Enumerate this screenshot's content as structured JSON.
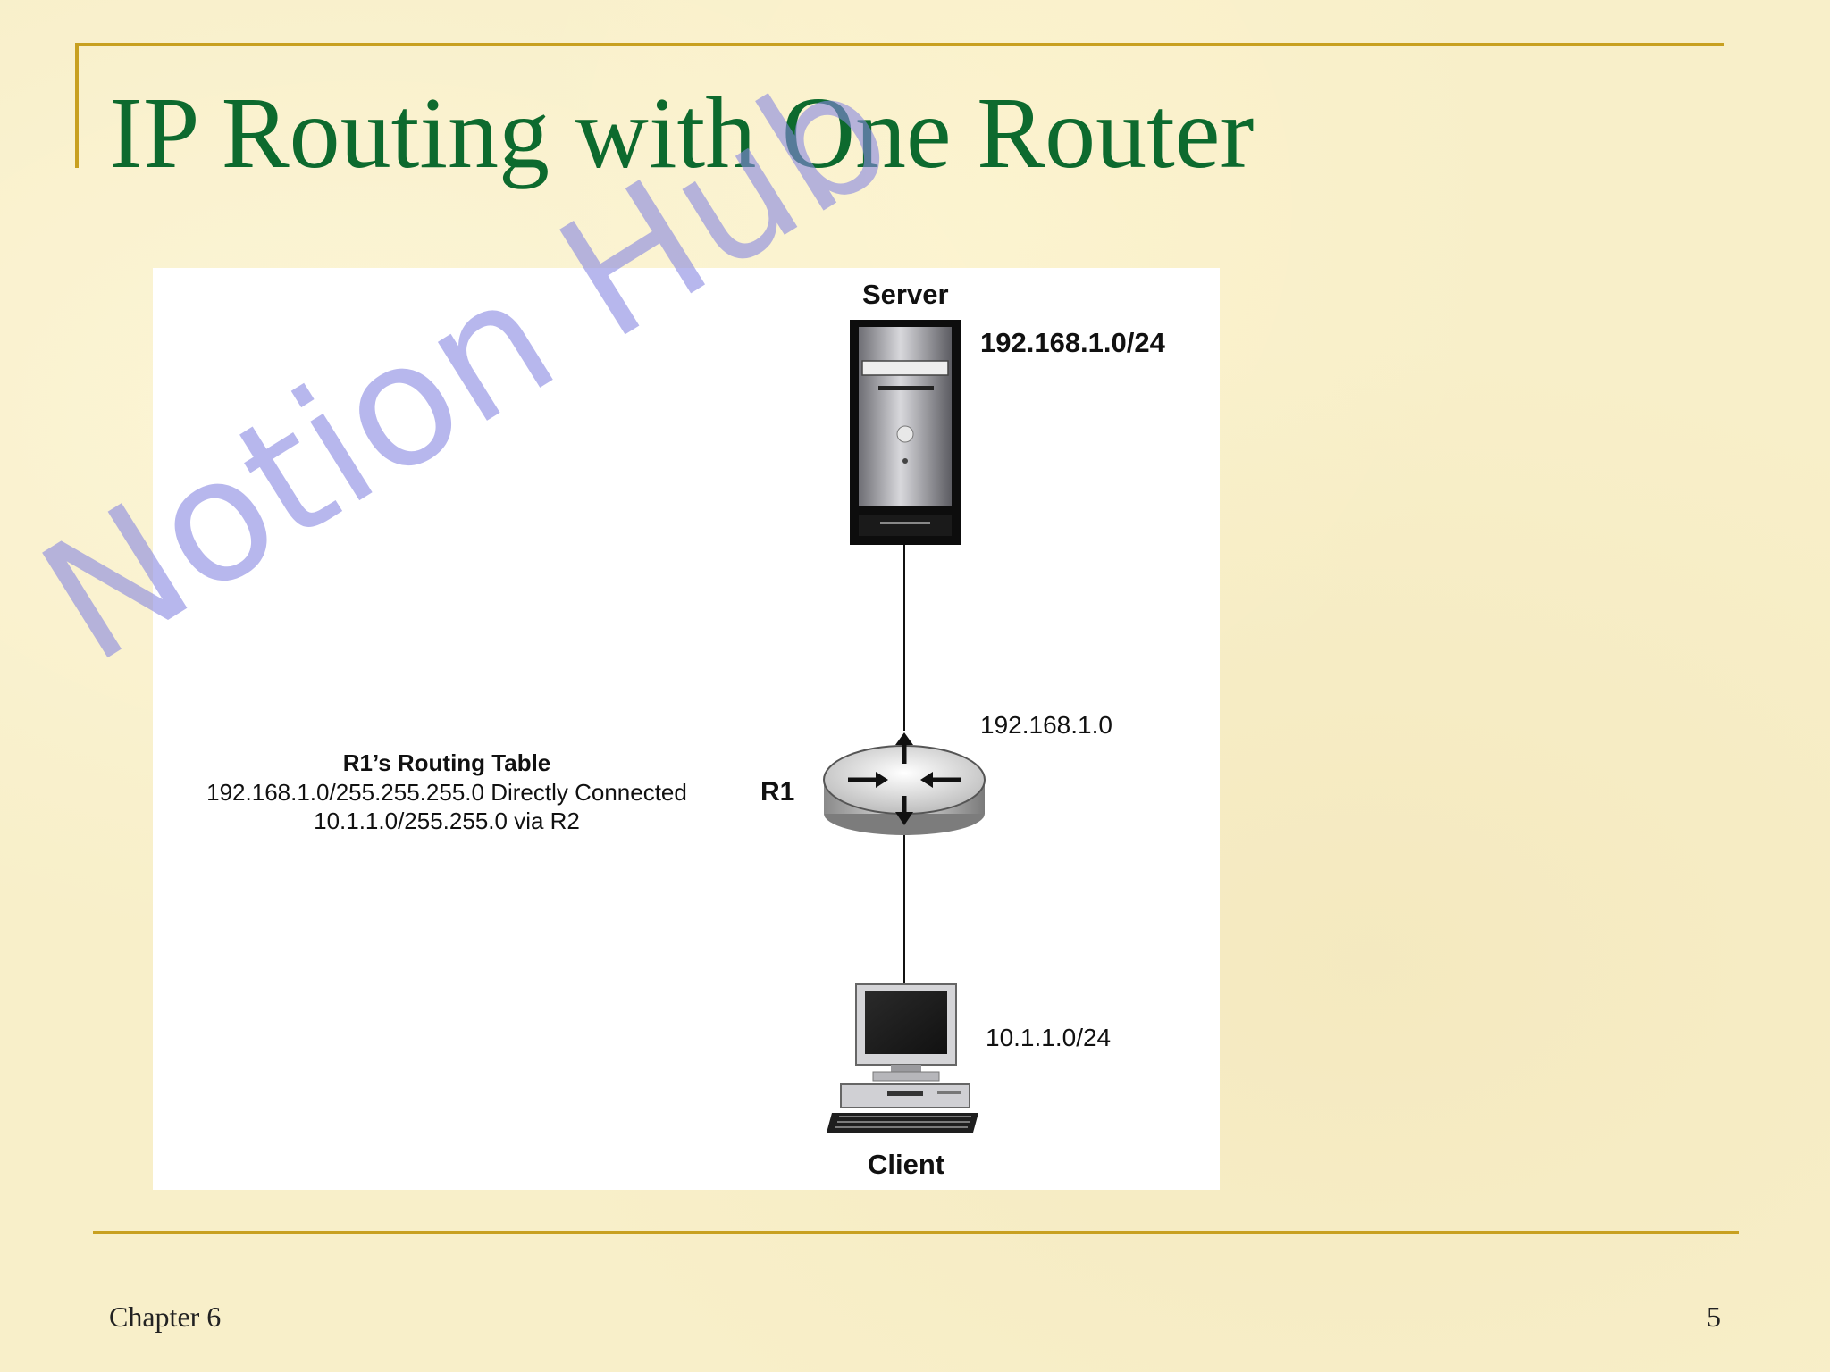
{
  "slide": {
    "title": "IP Routing with One Router",
    "footer_left": "Chapter 6",
    "page_number": "5",
    "watermark": "Notion Hub",
    "accent_color": "#c8a020",
    "title_color": "#0d6a2e"
  },
  "diagram": {
    "server": {
      "label": "Server",
      "network": "192.168.1.0/24"
    },
    "router": {
      "name": "R1",
      "network": "192.168.1.0",
      "routing_table": {
        "title": "R1’s Routing Table",
        "entries": [
          "192.168.1.0/255.255.255.0 Directly Connected",
          "10.1.1.0/255.255.0 via R2"
        ]
      }
    },
    "client": {
      "label": "Client",
      "network": "10.1.1.0/24"
    }
  }
}
